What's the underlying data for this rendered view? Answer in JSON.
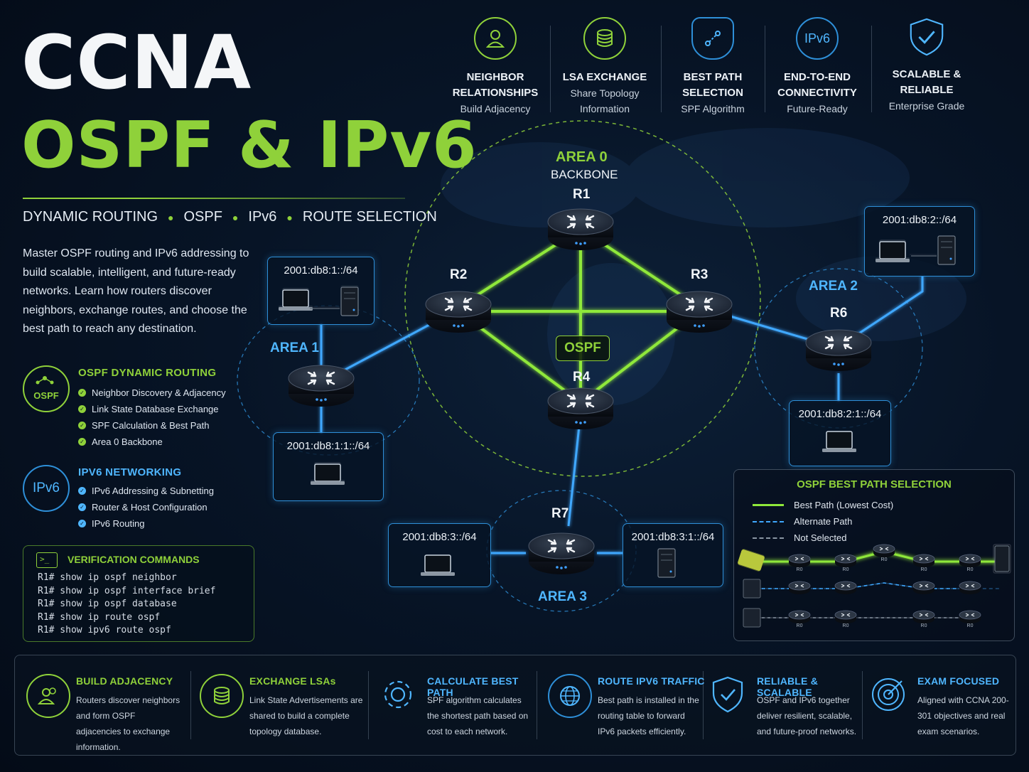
{
  "colors": {
    "green": "#8fd13a",
    "blue": "#2e8fd8",
    "lightblue": "#4fb6ff"
  },
  "header": {
    "title_line1": "CCNA",
    "title_line2": "OSPF & IPv6",
    "tagline": [
      "DYNAMIC ROUTING",
      "OSPF",
      "IPv6",
      "ROUTE SELECTION"
    ],
    "intro": "Master OSPF routing and IPv6 addressing to build scalable, intelligent, and future-ready networks. Learn how routers discover neighbors, exchange routes, and choose the best path to reach any destination."
  },
  "ospf_section": {
    "badge": "OSPF",
    "title": "OSPF DYNAMIC ROUTING",
    "items": [
      "Neighbor Discovery & Adjacency",
      "Link State Database Exchange",
      "SPF Calculation & Best Path",
      "Area 0 Backbone"
    ]
  },
  "ipv6_section": {
    "badge": "IPv6",
    "title": "IPV6 NETWORKING",
    "items": [
      "IPv6 Addressing & Subnetting",
      "Router & Host Configuration",
      "IPv6 Routing"
    ]
  },
  "verification": {
    "icon": ">_",
    "title": "VERIFICATION COMMANDS",
    "commands": [
      "R1# show ip ospf neighbor",
      "R1# show ip ospf interface brief",
      "R1# show ip ospf database",
      "R1# show ip route ospf",
      "R1# show ipv6 route ospf"
    ]
  },
  "top_features": [
    {
      "icon": "user-icon",
      "title1": "NEIGHBOR",
      "title2": "RELATIONSHIPS",
      "sub": "Build Adjacency"
    },
    {
      "icon": "database-icon",
      "title1": "LSA EXCHANGE",
      "title2": "",
      "sub1": "Share Topology",
      "sub2": "Information"
    },
    {
      "icon": "route-icon",
      "title1": "BEST PATH",
      "title2": "SELECTION",
      "sub": "SPF Algorithm"
    },
    {
      "icon": "ipv6-icon",
      "icon_text": "IPv6",
      "title1": "END-TO-END",
      "title2": "CONNECTIVITY",
      "sub": "Future-Ready"
    },
    {
      "icon": "shield-icon",
      "title1": "SCALABLE &",
      "title2": "RELIABLE",
      "sub": "Enterprise Grade"
    }
  ],
  "diagram": {
    "area0": {
      "name": "AREA 0",
      "sub": "BACKBONE"
    },
    "area1": "AREA 1",
    "area2": "AREA 2",
    "area3": "AREA 3",
    "ospf_tag": "OSPF",
    "routers": {
      "r1": "R1",
      "r2": "R2",
      "r3": "R3",
      "r4": "R4",
      "r6": "R6",
      "r7": "R7"
    },
    "networks": {
      "n1": "2001:db8:1::/64",
      "n1b": "2001:db8:1:1::/64",
      "n2": "2001:db8:2::/64",
      "n2b": "2001:db8:2:1::/64",
      "n3": "2001:db8:3::/64",
      "n3b": "2001:db8:3:1::/64"
    }
  },
  "legend": {
    "title": "OSPF BEST PATH SELECTION",
    "best": "Best Path (Lowest Cost)",
    "alternate": "Alternate Path",
    "not_selected": "Not Selected",
    "router_tag": "R0"
  },
  "bottom": [
    {
      "icon": "users-icon",
      "title": "BUILD ADJACENCY",
      "desc": "Routers discover neighbors and form OSPF adjacencies to exchange information.",
      "color": "#8fd13a"
    },
    {
      "icon": "database-icon",
      "title": "EXCHANGE LSAs",
      "desc": "Link State Advertisements are shared to build a complete topology database.",
      "color": "#8fd13a"
    },
    {
      "icon": "gear-icon",
      "title": "CALCULATE BEST PATH",
      "desc": "SPF algorithm calculates the shortest path based on cost to each network.",
      "color": "#4fb6ff"
    },
    {
      "icon": "globe-icon",
      "title": "ROUTE IPV6 TRAFFIC",
      "desc": "Best path is installed in the routing table to forward IPv6 packets efficiently.",
      "color": "#4fb6ff"
    },
    {
      "icon": "shield-icon",
      "title": "RELIABLE & SCALABLE",
      "desc": "OSPF and IPv6 together deliver resilient, scalable, and future-proof networks.",
      "color": "#4fb6ff"
    },
    {
      "icon": "target-icon",
      "title": "EXAM FOCUSED",
      "desc": "Aligned with CCNA 200-301 objectives and real exam scenarios.",
      "color": "#4fb6ff"
    }
  ]
}
